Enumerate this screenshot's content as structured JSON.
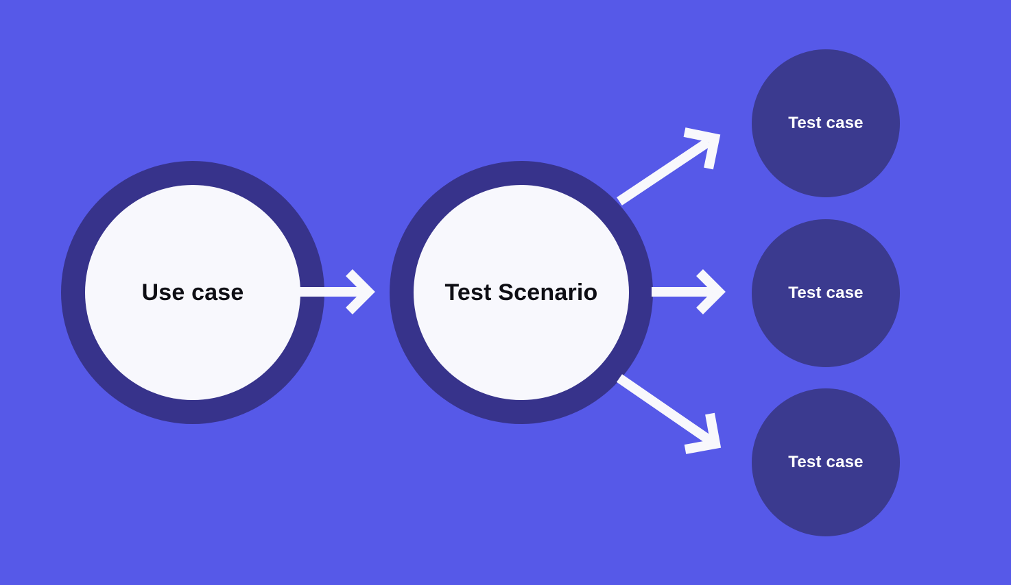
{
  "diagram": {
    "nodes": {
      "use_case": {
        "label": "Use case"
      },
      "test_scenario": {
        "label": "Test Scenario"
      },
      "test_cases": [
        {
          "label": "Test case"
        },
        {
          "label": "Test case"
        },
        {
          "label": "Test case"
        }
      ]
    },
    "connectors": [
      {
        "from": "use_case",
        "to": "test_scenario"
      },
      {
        "from": "test_scenario",
        "to": "test_case_1"
      },
      {
        "from": "test_scenario",
        "to": "test_case_2"
      },
      {
        "from": "test_scenario",
        "to": "test_case_3"
      }
    ],
    "colors": {
      "background": "#5659E8",
      "ring_dark": "#37338B",
      "small_circle_dark": "#3B3A8F",
      "inner_circle_light": "#F8F8FD",
      "arrow_white": "#F8F8FC",
      "text_dark": "#0E0E14",
      "text_light": "#FFFFFF"
    }
  }
}
